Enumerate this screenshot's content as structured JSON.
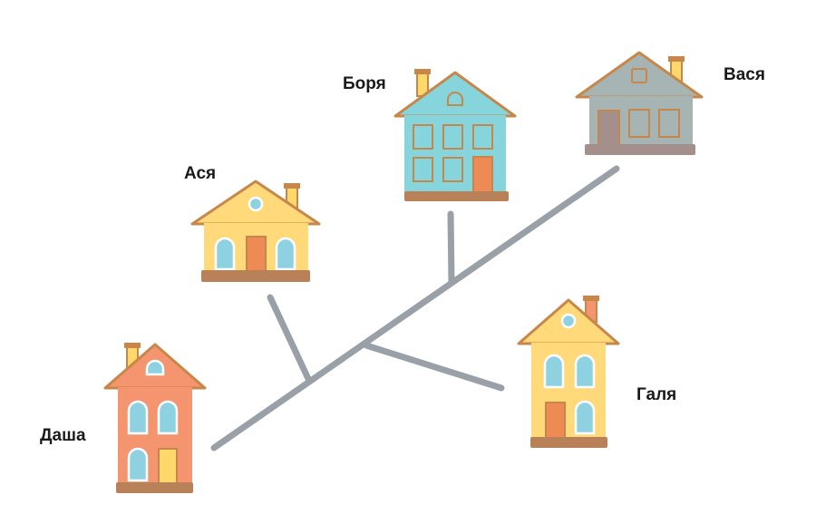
{
  "houses": [
    {
      "id": "dasha",
      "name": "Даша",
      "wall": "#f4956f",
      "roof": "#f4956f"
    },
    {
      "id": "asya",
      "name": "Ася",
      "wall": "#ffd97a",
      "roof": "#ffd97a"
    },
    {
      "id": "borya",
      "name": "Боря",
      "wall": "#86d4dc",
      "roof": "#86d4dc"
    },
    {
      "id": "vasya",
      "name": "Вася",
      "wall": "#a6b4b3",
      "roof": "#a6b4b3"
    },
    {
      "id": "galya",
      "name": "Галя",
      "wall": "#ffd97a",
      "roof": "#ffd97a"
    }
  ],
  "colors": {
    "road": "#9aa0a8",
    "trim": "#c8874a",
    "base": "#b98158",
    "window": "#8ed2e2",
    "door_orange": "#ee8a54",
    "door_yellow": "#ffd86b",
    "door_grey": "#a58f8c",
    "chimney": "#ffd86b"
  }
}
